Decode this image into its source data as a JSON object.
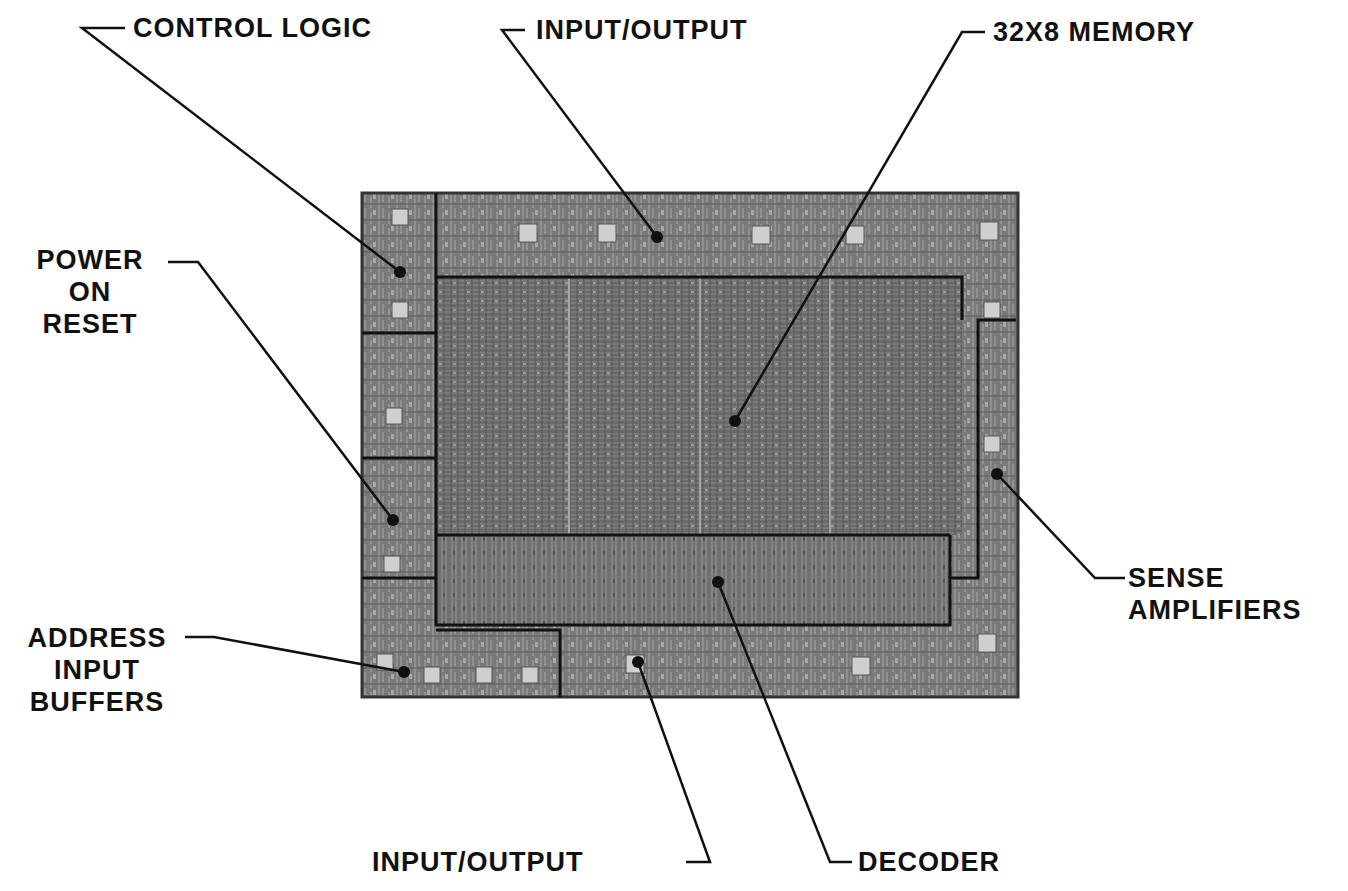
{
  "diagram": {
    "labels": [
      "CONTROL LOGIC",
      "INPUT/OUTPUT",
      "32X8 MEMORY",
      "POWER ON RESET",
      "SENSE AMPLIFIERS",
      "ADDRESS INPUT BUFFERS",
      "INPUT/OUTPUT",
      "DECODER"
    ]
  }
}
